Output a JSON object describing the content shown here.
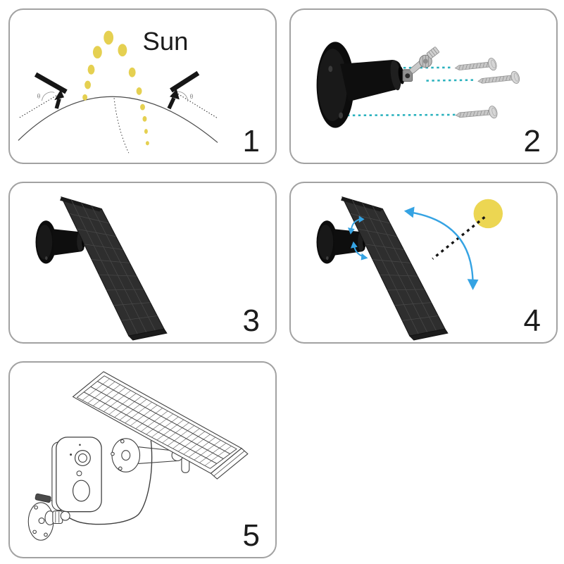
{
  "page": {
    "type": "instruction-diagram",
    "background": "#ffffff",
    "panel_border_color": "#a2a2a2"
  },
  "colors": {
    "sun_yellow": "#e5d051",
    "sun_disc_yellow": "#ecd652",
    "accent_blue": "#35a3e3",
    "guide_teal": "#29b1bd",
    "solar_panel_dark": "#2e2e2e",
    "mount_black": "#0d0d0d",
    "metal_gray": "#c6c6c6",
    "text": "#1c1c1c"
  },
  "steps": [
    {
      "number": "1",
      "illustration": "sun-path-over-horizon-with-two-tilted-solar-panels",
      "sun_label": "Sun",
      "theta_left": "θ",
      "theta_right": "θ"
    },
    {
      "number": "2",
      "illustration": "wall-mount-bracket-with-three-mounting-screws"
    },
    {
      "number": "3",
      "illustration": "solar-panel-attached-to-wall-mount"
    },
    {
      "number": "4",
      "illustration": "adjust-solar-panel-angle-toward-sun"
    },
    {
      "number": "5",
      "illustration": "solar-panel-cable-connected-to-security-camera"
    }
  ]
}
